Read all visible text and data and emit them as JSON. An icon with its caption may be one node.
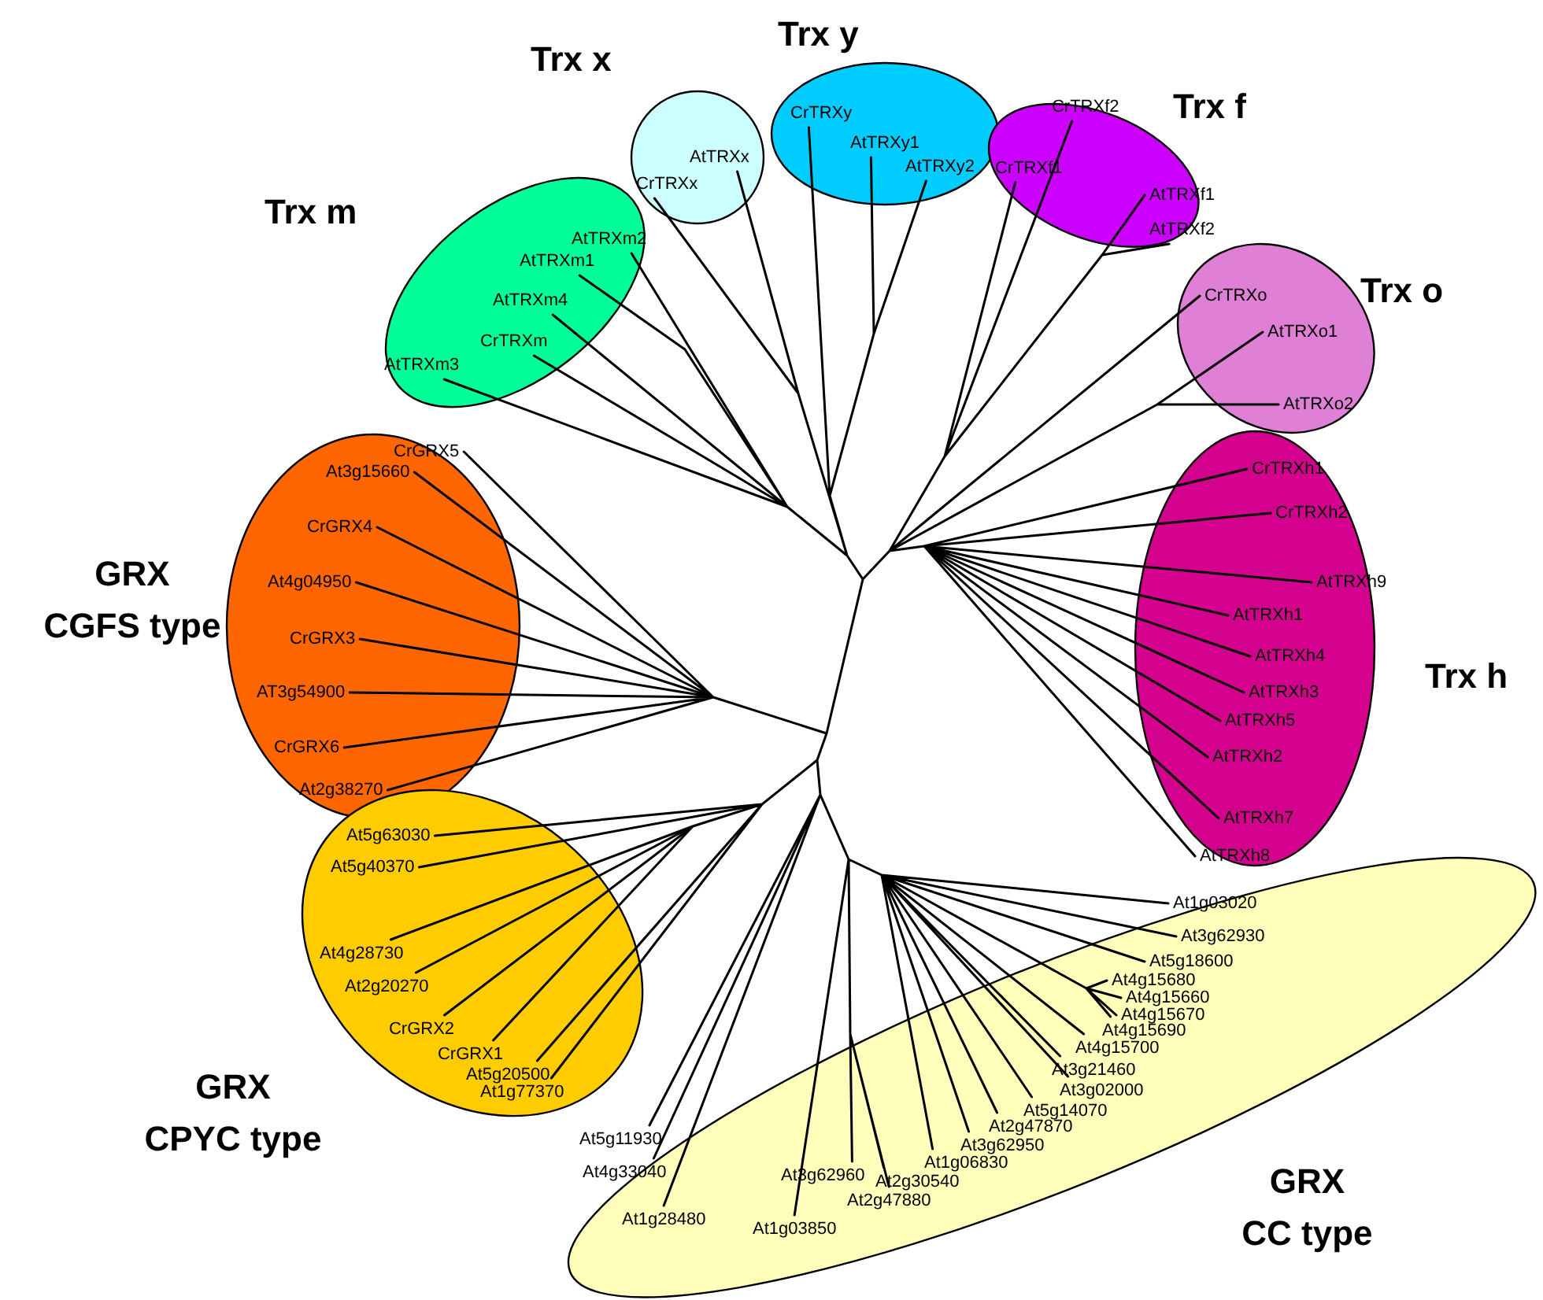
{
  "diagram": {
    "nodes": [
      {
        "text": [
          "Trx m"
        ]
      },
      {
        "text": [
          "AtTRXm2"
        ],
        "in": 0
      },
      {
        "text": [
          "AtTRXm1"
        ],
        "in": 0
      },
      {
        "text": [
          "AtTRXm4"
        ],
        "in": 0
      },
      {
        "text": [
          "CrTRXm"
        ],
        "in": 0
      },
      {
        "text": [
          "AtTRXm3"
        ],
        "in": 0
      },
      {
        "text": [
          "Trx x"
        ]
      },
      {
        "text": [
          "AtTRXx"
        ],
        "in": 6
      },
      {
        "text": [
          "CrTRXx"
        ],
        "in": 6
      },
      {
        "text": [
          "Trx y"
        ]
      },
      {
        "text": [
          "CrTRXy"
        ],
        "in": 9
      },
      {
        "text": [
          "AtTRXy1"
        ],
        "in": 9
      },
      {
        "text": [
          "AtTRXy2"
        ],
        "in": 9
      },
      {
        "text": [
          "Trx f"
        ]
      },
      {
        "text": [
          "CrTRXf2"
        ],
        "in": 13
      },
      {
        "text": [
          "CrTRXf1"
        ],
        "in": 13
      },
      {
        "text": [
          "AtTRXf1"
        ],
        "in": 13
      },
      {
        "text": [
          "AtTRXf2"
        ],
        "in": 13
      },
      {
        "text": [
          "Trx o"
        ]
      },
      {
        "text": [
          "CrTRXo"
        ],
        "in": 18
      },
      {
        "text": [
          "AtTRXo1"
        ],
        "in": 18
      },
      {
        "text": [
          "AtTRXo2"
        ],
        "in": 18
      },
      {
        "text": [
          "Trx h"
        ]
      },
      {
        "text": [
          "CrTRXh1"
        ],
        "in": 22
      },
      {
        "text": [
          "CrTRXh2"
        ],
        "in": 22
      },
      {
        "text": [
          "AtTRXh9"
        ],
        "in": 22
      },
      {
        "text": [
          "AtTRXh1"
        ],
        "in": 22
      },
      {
        "text": [
          "AtTRXh4"
        ],
        "in": 22
      },
      {
        "text": [
          "AtTRXh3"
        ],
        "in": 22
      },
      {
        "text": [
          "AtTRXh5"
        ],
        "in": 22
      },
      {
        "text": [
          "AtTRXh2"
        ],
        "in": 22
      },
      {
        "text": [
          "AtTRXh7"
        ],
        "in": 22
      },
      {
        "text": [
          "AtTRXh8"
        ],
        "in": 22
      },
      {
        "text": [
          "GRX CGFS type"
        ]
      },
      {
        "text": [
          "CrGRX5"
        ],
        "in": 33
      },
      {
        "text": [
          "At3g15660"
        ],
        "in": 33
      },
      {
        "text": [
          "CrGRX4"
        ],
        "in": 33
      },
      {
        "text": [
          "At4g04950"
        ],
        "in": 33
      },
      {
        "text": [
          "CrGRX3"
        ],
        "in": 33
      },
      {
        "text": [
          "AT3g54900"
        ],
        "in": 33
      },
      {
        "text": [
          "CrGRX6"
        ],
        "in": 33
      },
      {
        "text": [
          "At2g38270"
        ],
        "in": 33
      },
      {
        "text": [
          "GRX CPYC type"
        ]
      },
      {
        "text": [
          "At5g63030"
        ],
        "in": 42
      },
      {
        "text": [
          "At5g40370"
        ],
        "in": 42
      },
      {
        "text": [
          "At4g28730"
        ],
        "in": 42
      },
      {
        "text": [
          "At2g20270"
        ],
        "in": 42
      },
      {
        "text": [
          "CrGRX2"
        ],
        "in": 42
      },
      {
        "text": [
          "CrGRX1"
        ],
        "in": 42
      },
      {
        "text": [
          "At5g20500"
        ],
        "in": 42
      },
      {
        "text": [
          "At1g77370"
        ],
        "in": 42
      },
      {
        "text": [
          "GRX CC type"
        ]
      },
      {
        "text": [
          "At1g03020"
        ],
        "in": 51
      },
      {
        "text": [
          "At3g62930"
        ],
        "in": 51
      },
      {
        "text": [
          "At5g18600"
        ],
        "in": 51
      },
      {
        "text": [
          "At4g15680"
        ],
        "in": 51
      },
      {
        "text": [
          "At4g15660"
        ],
        "in": 51
      },
      {
        "text": [
          "At4g15670"
        ],
        "in": 51
      },
      {
        "text": [
          "At4g15690"
        ],
        "in": 51
      },
      {
        "text": [
          "At4g15700"
        ],
        "in": 51
      },
      {
        "text": [
          "At3g21460"
        ],
        "in": 51
      },
      {
        "text": [
          "At3g02000"
        ],
        "in": 51
      },
      {
        "text": [
          "At5g14070"
        ],
        "in": 51
      },
      {
        "text": [
          "At2g47870"
        ],
        "in": 51
      },
      {
        "text": [
          "At3g62950"
        ],
        "in": 51
      },
      {
        "text": [
          "At1g06830"
        ],
        "in": 51
      },
      {
        "text": [
          "At3g62960"
        ],
        "in": 51
      },
      {
        "text": [
          "At2g30540"
        ],
        "in": 51
      },
      {
        "text": [
          "At2g47880"
        ],
        "in": 51
      },
      {
        "text": [
          "At5g11930"
        ],
        "in": 51
      },
      {
        "text": [
          "At4g33040"
        ],
        "in": 51
      },
      {
        "text": [
          "At1g28480"
        ],
        "in": 51
      },
      {
        "text": [
          "At1g03850"
        ],
        "in": 51
      }
    ]
  }
}
